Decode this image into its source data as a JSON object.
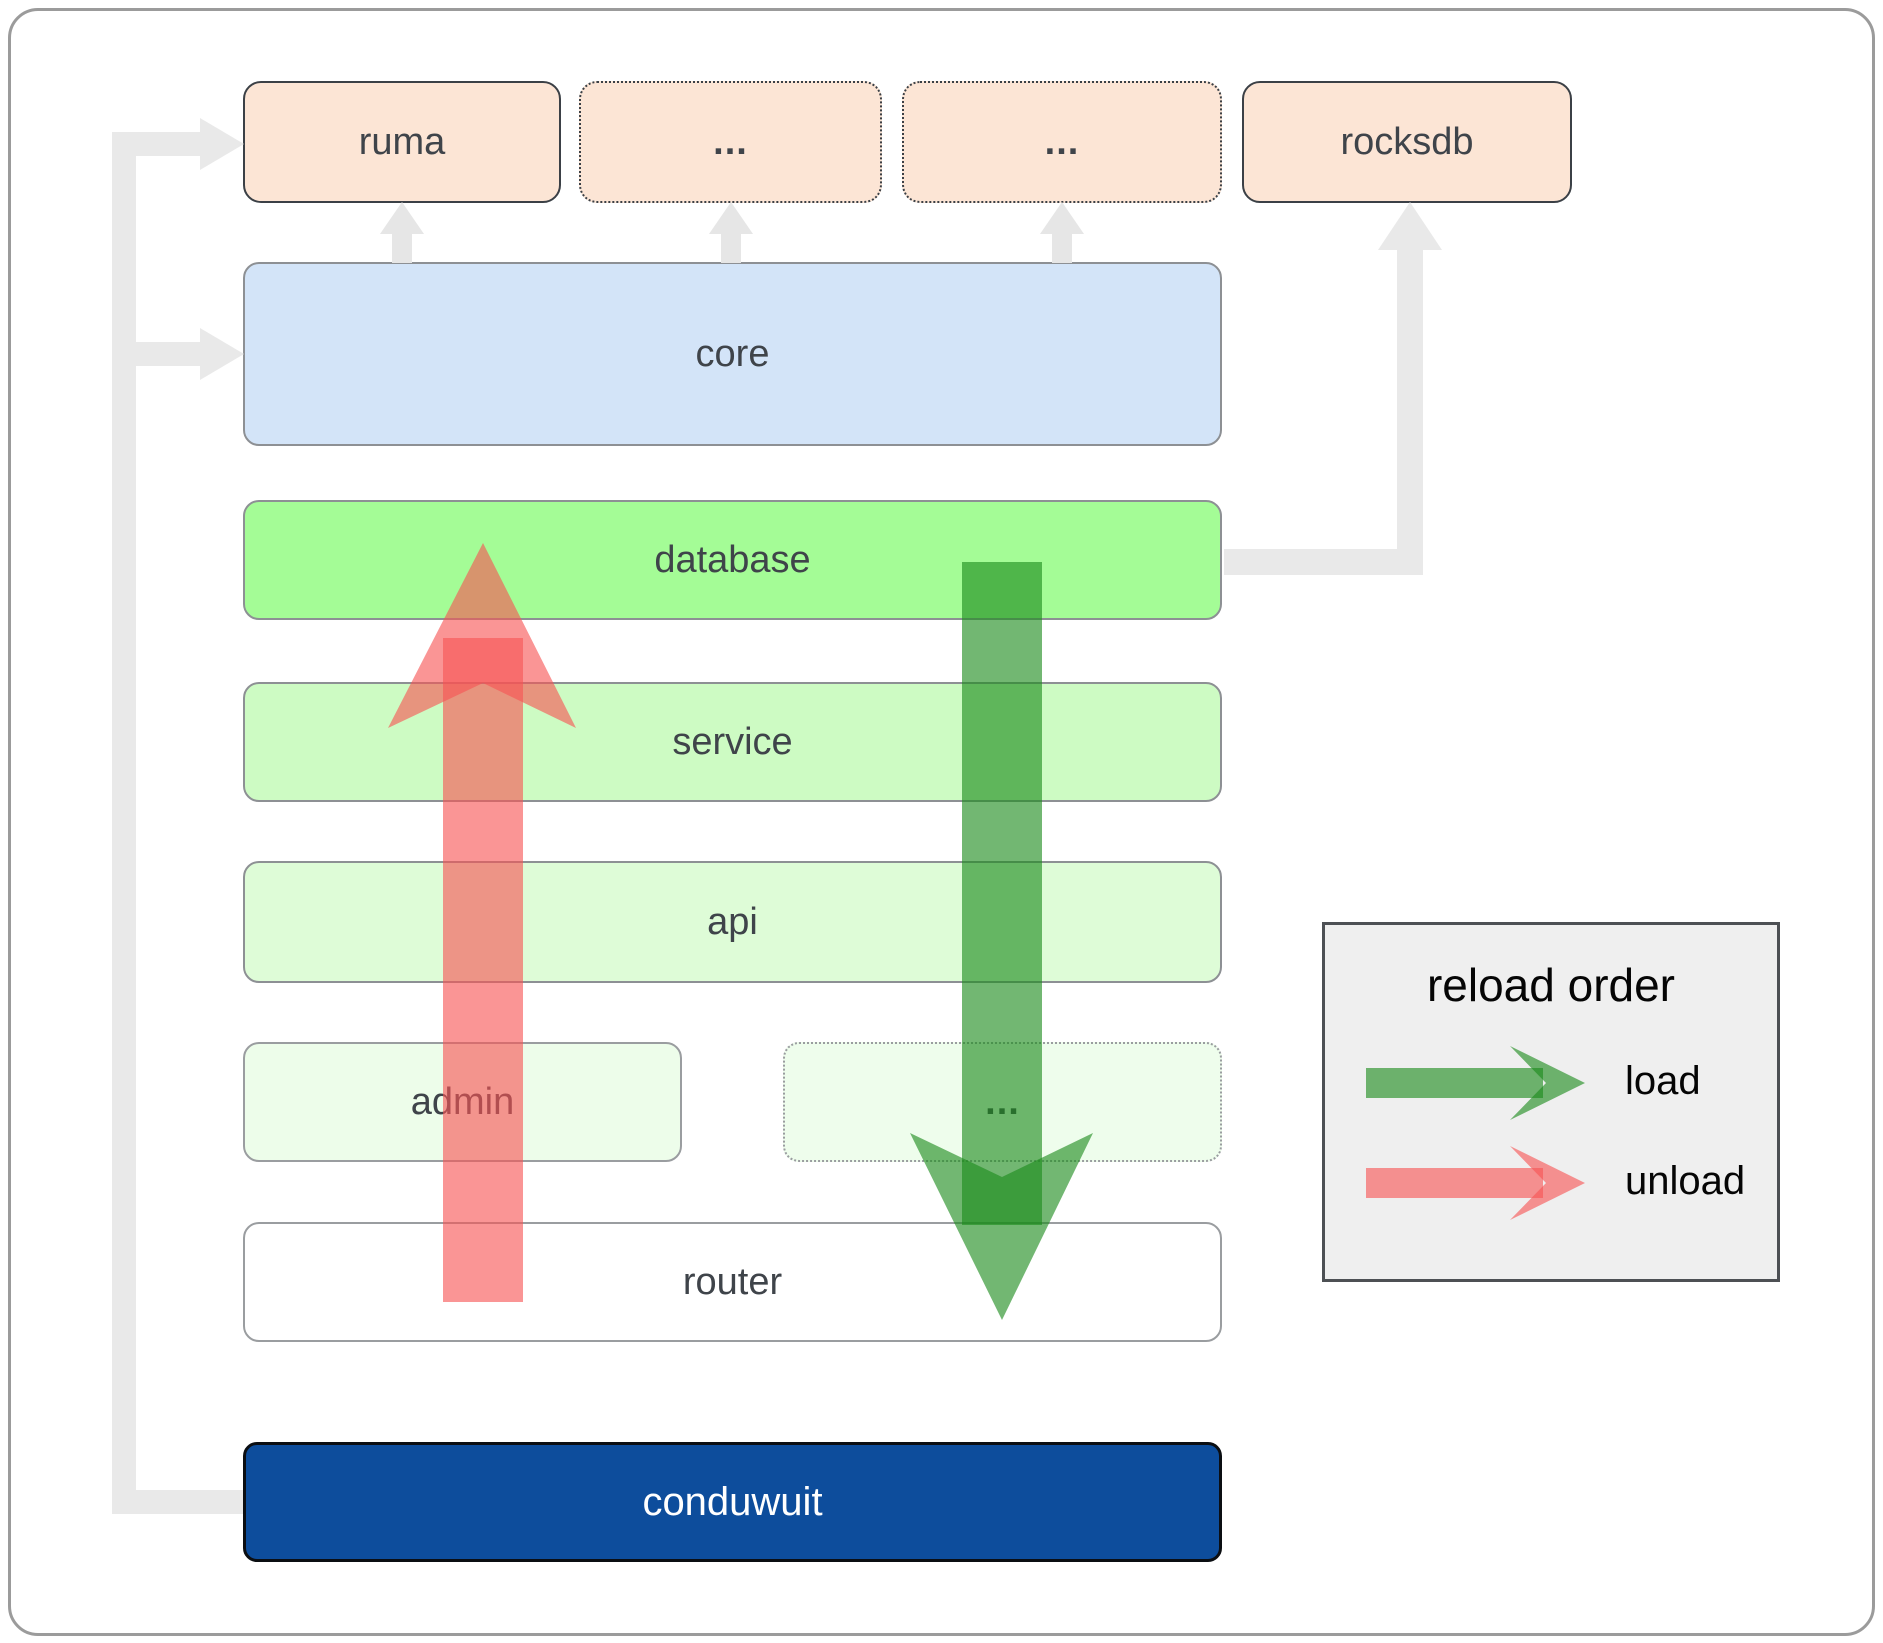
{
  "boxes": {
    "ruma": {
      "label": "ruma"
    },
    "deps_more_1": {
      "label": "..."
    },
    "deps_more_2": {
      "label": "..."
    },
    "rocksdb": {
      "label": "rocksdb"
    },
    "core": {
      "label": "core"
    },
    "database": {
      "label": "database"
    },
    "service": {
      "label": "service"
    },
    "api": {
      "label": "api"
    },
    "admin": {
      "label": "admin"
    },
    "services_more": {
      "label": "..."
    },
    "router": {
      "label": "router"
    },
    "conduwuit": {
      "label": "conduwuit"
    }
  },
  "legend": {
    "title": "reload order",
    "load_label": "load",
    "unload_label": "unload"
  },
  "colors": {
    "dependency_box_fill": "#fce5d5",
    "core_fill": "#d3e4f8",
    "database_fill": "#a4fc96",
    "service_fill": "#cdfbc3",
    "api_fill": "#defcd7",
    "admin_fill": "#edfdea",
    "router_fill": "#ffffff",
    "conduwuit_fill": "#0d4d9c",
    "load_arrow": "#1c8b1c",
    "unload_arrow": "#f75454",
    "connector_gray": "#e9e9e9",
    "legend_fill": "#efefef"
  }
}
